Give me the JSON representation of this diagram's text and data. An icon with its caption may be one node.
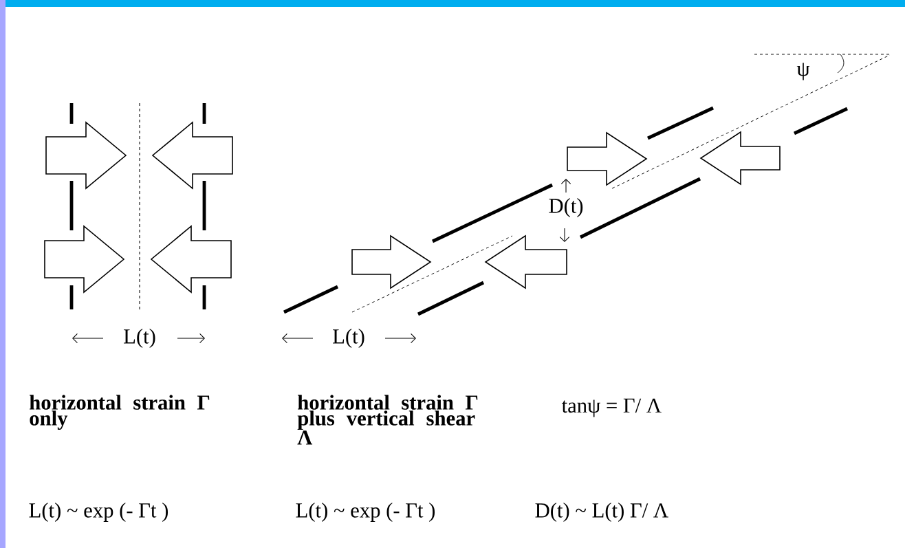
{
  "diagram": {
    "labels": [
      "ψ",
      "D(t)",
      "L(t)",
      "L(t)",
      "horizontal strain Γ only",
      "horizontal strain Γ plus vertical shear Λ",
      "tanψ  =  Γ/ Λ",
      "L(t) ~ exp (- Γt )",
      "L(t) ~ exp (- Γt )",
      "D(t) ~ L(t) Γ/ Λ"
    ]
  }
}
